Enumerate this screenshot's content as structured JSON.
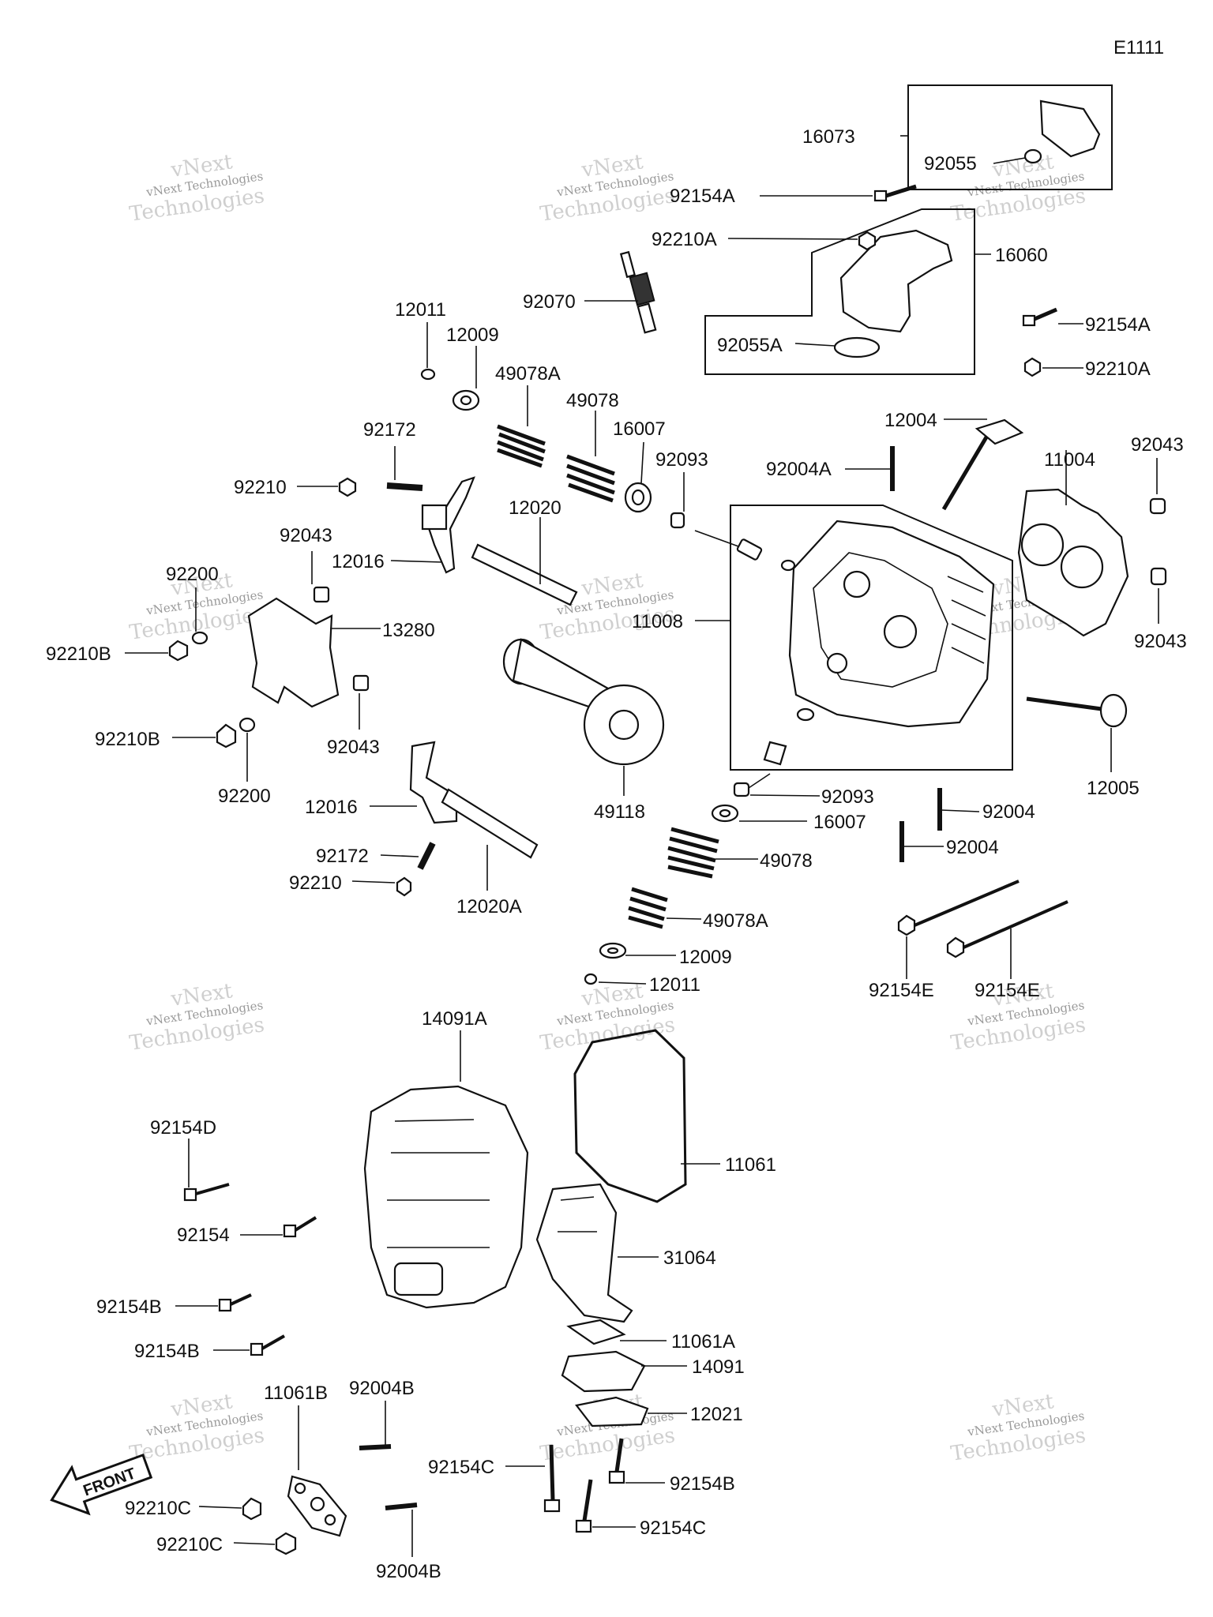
{
  "diagram_code": "E1111",
  "watermark": {
    "line1": "vNext Technologies",
    "line2": "vNext",
    "line3": "Technologies"
  },
  "front_label": "FRONT",
  "labels": {
    "p16073": "16073",
    "p92055": "92055",
    "p92154A_1": "92154A",
    "p92210A_1": "92210A",
    "p16060": "16060",
    "p92070": "92070",
    "p92154A_2": "92154A",
    "p92055A": "92055A",
    "p92210A_2": "92210A",
    "p12011_1": "12011",
    "p12009_1": "12009",
    "p49078A_1": "49078A",
    "p49078_1": "49078",
    "p16007_1": "16007",
    "p12004": "12004",
    "p92043_1": "92043",
    "p92172_1": "92172",
    "p92093_1": "92093",
    "p92004A": "92004A",
    "p11004": "11004",
    "p92210_1": "92210",
    "p12020": "12020",
    "p92043_2": "92043",
    "p12016_1": "12016",
    "p92200_1": "92200",
    "p11008": "11008",
    "p13280": "13280",
    "p92043_3": "92043",
    "p92210B_1": "92210B",
    "p92043_4": "92043",
    "p92210B_2": "92210B",
    "p12005": "12005",
    "p92200_2": "92200",
    "p92093_2": "92093",
    "p49118": "49118",
    "p12016_2": "12016",
    "p92004_1": "92004",
    "p16007_2": "16007",
    "p92004_2": "92004",
    "p92172_2": "92172",
    "p92210_2": "92210",
    "p49078_2": "49078",
    "p12020A": "12020A",
    "p49078A_2": "49078A",
    "p12009_2": "12009",
    "p12011_2": "12011",
    "p92154E_1": "92154E",
    "p92154E_2": "92154E",
    "p14091A": "14091A",
    "p92154D": "92154D",
    "p11061": "11061",
    "p92154": "92154",
    "p31064": "31064",
    "p92154B_1": "92154B",
    "p11061A": "11061A",
    "p92154B_2": "92154B",
    "p14091": "14091",
    "p11061B": "11061B",
    "p92004B_1": "92004B",
    "p12021": "12021",
    "p92154C_1": "92154C",
    "p92154B_3": "92154B",
    "p92210C_1": "92210C",
    "p92154C_2": "92154C",
    "p92210C_2": "92210C",
    "p92004B_2": "92004B"
  },
  "colors": {
    "ink": "#111111",
    "watermark": "#bdbdbd",
    "background": "#ffffff"
  }
}
